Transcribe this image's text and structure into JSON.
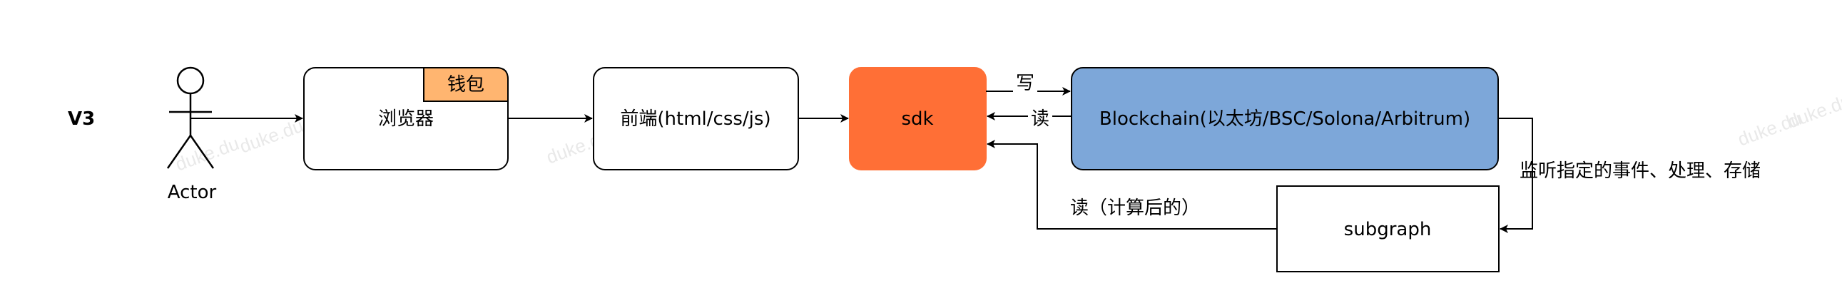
{
  "diagram": {
    "version_label": "V3",
    "actor": {
      "label": "Actor"
    },
    "nodes": {
      "browser": {
        "label": "浏览器",
        "badge": "钱包"
      },
      "frontend": {
        "label": "前端(html/css/js)"
      },
      "sdk": {
        "label": "sdk"
      },
      "blockchain": {
        "label": "Blockchain(以太坊/BSC/Solona/Arbitrum)"
      },
      "subgraph": {
        "label": "subgraph"
      }
    },
    "edges": {
      "write": "写",
      "read": "读",
      "read_computed": "读（计算后的）",
      "listen": "监听指定的事件、处理、存储"
    },
    "watermark": "duke.du"
  },
  "colors": {
    "sdk_fill": "#ff6f36",
    "blockchain_fill": "#7da7d9",
    "badge_fill": "#ffb570",
    "stroke": "#000000"
  }
}
